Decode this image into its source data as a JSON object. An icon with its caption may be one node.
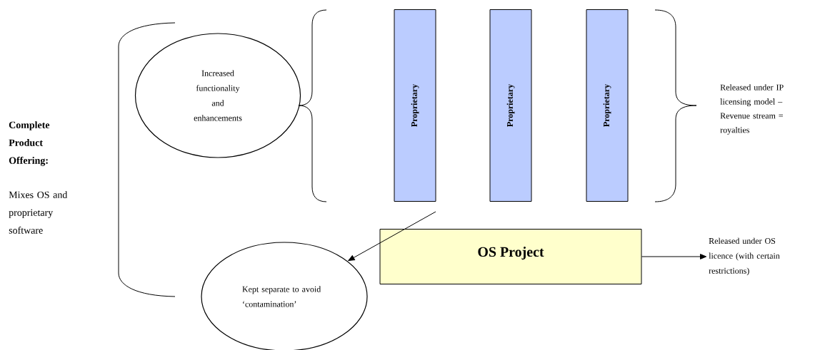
{
  "diagram": {
    "nodes": [
      {
        "text": [
          "Increased functionality and enhancements"
        ]
      },
      {
        "text": [
          "Proprietary"
        ]
      },
      {
        "text": [
          "Proprietary"
        ]
      },
      {
        "text": [
          "Proprietary"
        ]
      },
      {
        "text": [
          "OS Project"
        ]
      },
      {
        "text": [
          "Kept separate to avoid ‘contamination’"
        ]
      },
      {
        "text": [
          "Released under OS licence (with certain restrictions)"
        ]
      }
    ],
    "edges": [
      {
        "from": null,
        "to": 5,
        "arrow": "to"
      },
      {
        "from": 4,
        "to": 6,
        "arrow": "to"
      }
    ],
    "labels": [
      "Complete Product Offering:",
      "Mixes OS and proprietary software",
      "Released under IP licensing model – Revenue stream = royalties"
    ]
  }
}
